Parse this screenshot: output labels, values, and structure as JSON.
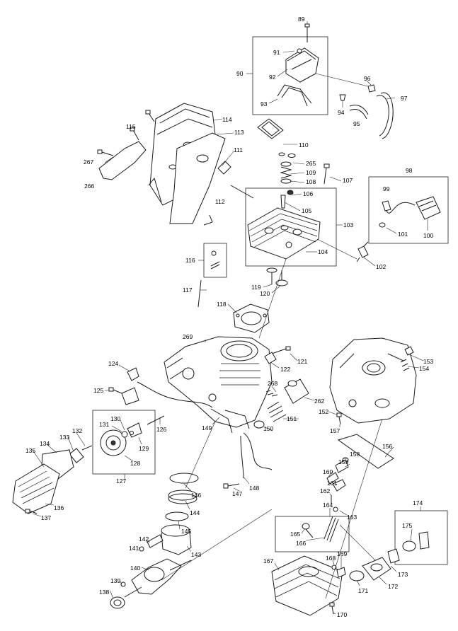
{
  "callouts": [
    {
      "id": "c89",
      "text": "89"
    },
    {
      "id": "c91",
      "text": "91"
    },
    {
      "id": "c90",
      "text": "90"
    },
    {
      "id": "c92",
      "text": "92"
    },
    {
      "id": "c93",
      "text": "93"
    },
    {
      "id": "c94",
      "text": "94"
    },
    {
      "id": "c95",
      "text": "95"
    },
    {
      "id": "c96",
      "text": "96"
    },
    {
      "id": "c97",
      "text": "97"
    },
    {
      "id": "c114",
      "text": "114"
    },
    {
      "id": "c115",
      "text": "115"
    },
    {
      "id": "c113",
      "text": "113"
    },
    {
      "id": "c110",
      "text": "110"
    },
    {
      "id": "c267",
      "text": "267"
    },
    {
      "id": "c266",
      "text": "266"
    },
    {
      "id": "c111",
      "text": "111"
    },
    {
      "id": "c265",
      "text": "265"
    },
    {
      "id": "c109",
      "text": "109"
    },
    {
      "id": "c108",
      "text": "108"
    },
    {
      "id": "c107",
      "text": "107"
    },
    {
      "id": "c98",
      "text": "98"
    },
    {
      "id": "c99",
      "text": "99"
    },
    {
      "id": "c112",
      "text": "112"
    },
    {
      "id": "c106",
      "text": "106"
    },
    {
      "id": "c105",
      "text": "105"
    },
    {
      "id": "c103",
      "text": "103"
    },
    {
      "id": "c101",
      "text": "101"
    },
    {
      "id": "c100",
      "text": "100"
    },
    {
      "id": "c116",
      "text": "116"
    },
    {
      "id": "c104",
      "text": "104"
    },
    {
      "id": "c102",
      "text": "102"
    },
    {
      "id": "c119",
      "text": "119"
    },
    {
      "id": "c120",
      "text": "120"
    },
    {
      "id": "c117",
      "text": "117"
    },
    {
      "id": "c118",
      "text": "118"
    },
    {
      "id": "c269",
      "text": "269"
    },
    {
      "id": "c121",
      "text": "121"
    },
    {
      "id": "c153",
      "text": "153"
    },
    {
      "id": "c122",
      "text": "122"
    },
    {
      "id": "c154",
      "text": "154"
    },
    {
      "id": "c124",
      "text": "124"
    },
    {
      "id": "c268",
      "text": "268"
    },
    {
      "id": "c262",
      "text": "262"
    },
    {
      "id": "c125",
      "text": "125"
    },
    {
      "id": "c152",
      "text": "152"
    },
    {
      "id": "c130",
      "text": "130"
    },
    {
      "id": "c131",
      "text": "131"
    },
    {
      "id": "c126",
      "text": "126"
    },
    {
      "id": "c151",
      "text": "151"
    },
    {
      "id": "c149",
      "text": "149"
    },
    {
      "id": "c150",
      "text": "150"
    },
    {
      "id": "c157",
      "text": "157"
    },
    {
      "id": "c129",
      "text": "129"
    },
    {
      "id": "c132",
      "text": "132"
    },
    {
      "id": "c133",
      "text": "133"
    },
    {
      "id": "c156",
      "text": "156"
    },
    {
      "id": "c134",
      "text": "134"
    },
    {
      "id": "c135",
      "text": "135"
    },
    {
      "id": "c128",
      "text": "128"
    },
    {
      "id": "c158",
      "text": "158"
    },
    {
      "id": "c159",
      "text": "159"
    },
    {
      "id": "c160",
      "text": "160"
    },
    {
      "id": "c127",
      "text": "127"
    },
    {
      "id": "c148",
      "text": "148"
    },
    {
      "id": "c161",
      "text": "161"
    },
    {
      "id": "c146",
      "text": "146"
    },
    {
      "id": "c147",
      "text": "147"
    },
    {
      "id": "c162",
      "text": "162"
    },
    {
      "id": "c136",
      "text": "136"
    },
    {
      "id": "c137",
      "text": "137"
    },
    {
      "id": "c164",
      "text": "164"
    },
    {
      "id": "c144",
      "text": "144"
    },
    {
      "id": "c163",
      "text": "163"
    },
    {
      "id": "c174",
      "text": "174"
    },
    {
      "id": "c145",
      "text": "145"
    },
    {
      "id": "c175",
      "text": "175"
    },
    {
      "id": "c142",
      "text": "142"
    },
    {
      "id": "c165",
      "text": "165"
    },
    {
      "id": "c166",
      "text": "166"
    },
    {
      "id": "c141",
      "text": "141"
    },
    {
      "id": "c143",
      "text": "143"
    },
    {
      "id": "c169",
      "text": "169"
    },
    {
      "id": "c167",
      "text": "167"
    },
    {
      "id": "c168",
      "text": "168"
    },
    {
      "id": "c140",
      "text": "140"
    },
    {
      "id": "c173",
      "text": "173"
    },
    {
      "id": "c172",
      "text": "172"
    },
    {
      "id": "c171",
      "text": "171"
    },
    {
      "id": "c139",
      "text": "139"
    },
    {
      "id": "c138",
      "text": "138"
    },
    {
      "id": "c170",
      "text": "170"
    }
  ]
}
